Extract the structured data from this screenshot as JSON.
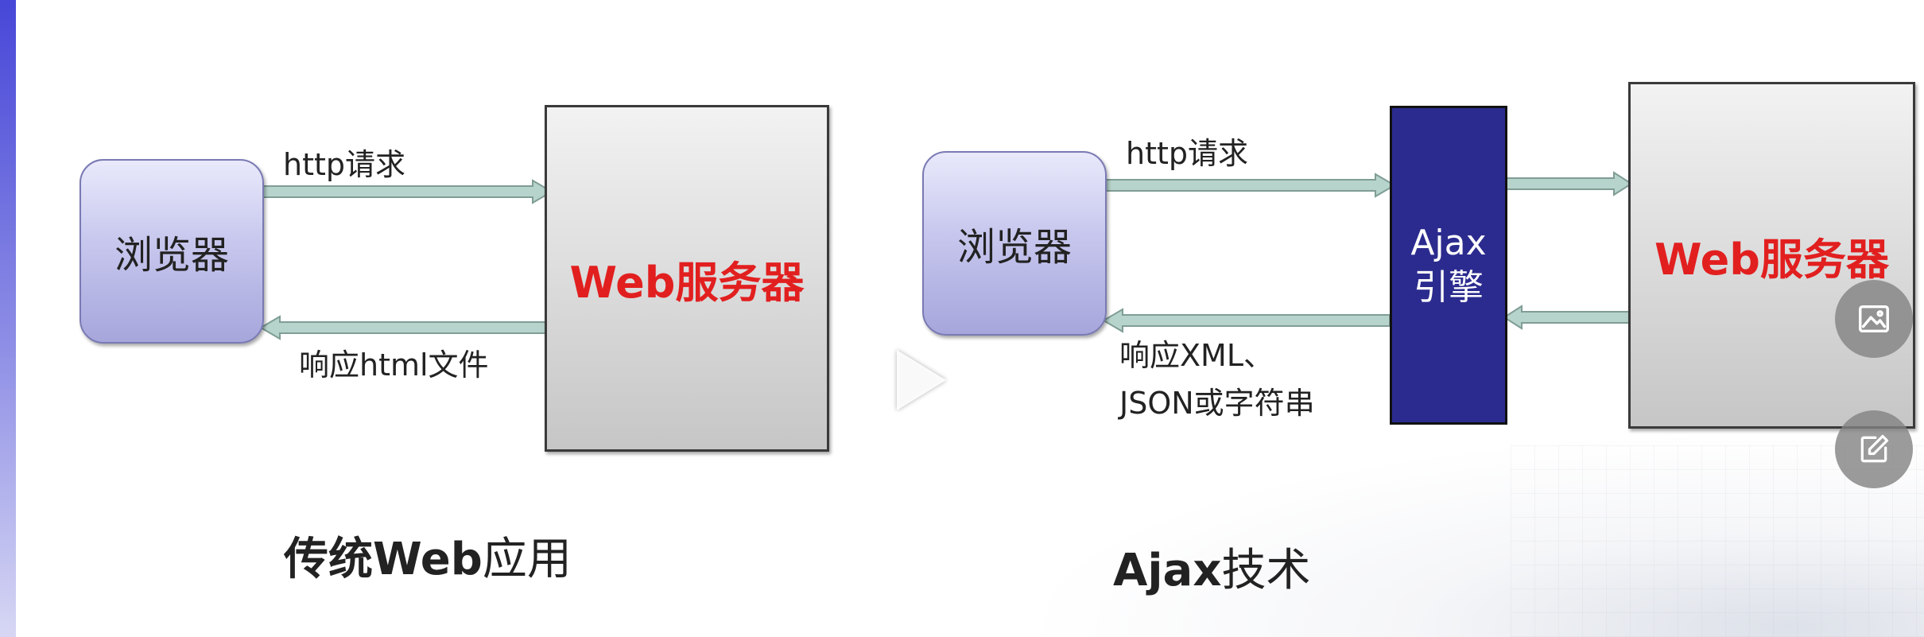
{
  "traditional": {
    "browser_label": "浏览器",
    "server_label": "Web服务器",
    "request_label": "http请求",
    "response_label": "响应html文件",
    "caption_bold": "传统Web",
    "caption_rest": "应用"
  },
  "ajax": {
    "browser_label": "浏览器",
    "engine_line1": "Ajax",
    "engine_line2": "引擎",
    "server_label": "Web服务器",
    "request_label": "http请求",
    "response_line1": "响应XML、",
    "response_line2": "JSON或字符串",
    "caption_bold": "Ajax",
    "caption_rest": "技术"
  },
  "colors": {
    "arrow_fill": "#b7d4cc",
    "arrow_stroke": "#7f9d95",
    "server_text": "#e21f1f",
    "engine_bg": "#2b2b8f"
  },
  "icons": {
    "play": "play-icon",
    "image": "image-icon",
    "edit": "edit-icon"
  }
}
